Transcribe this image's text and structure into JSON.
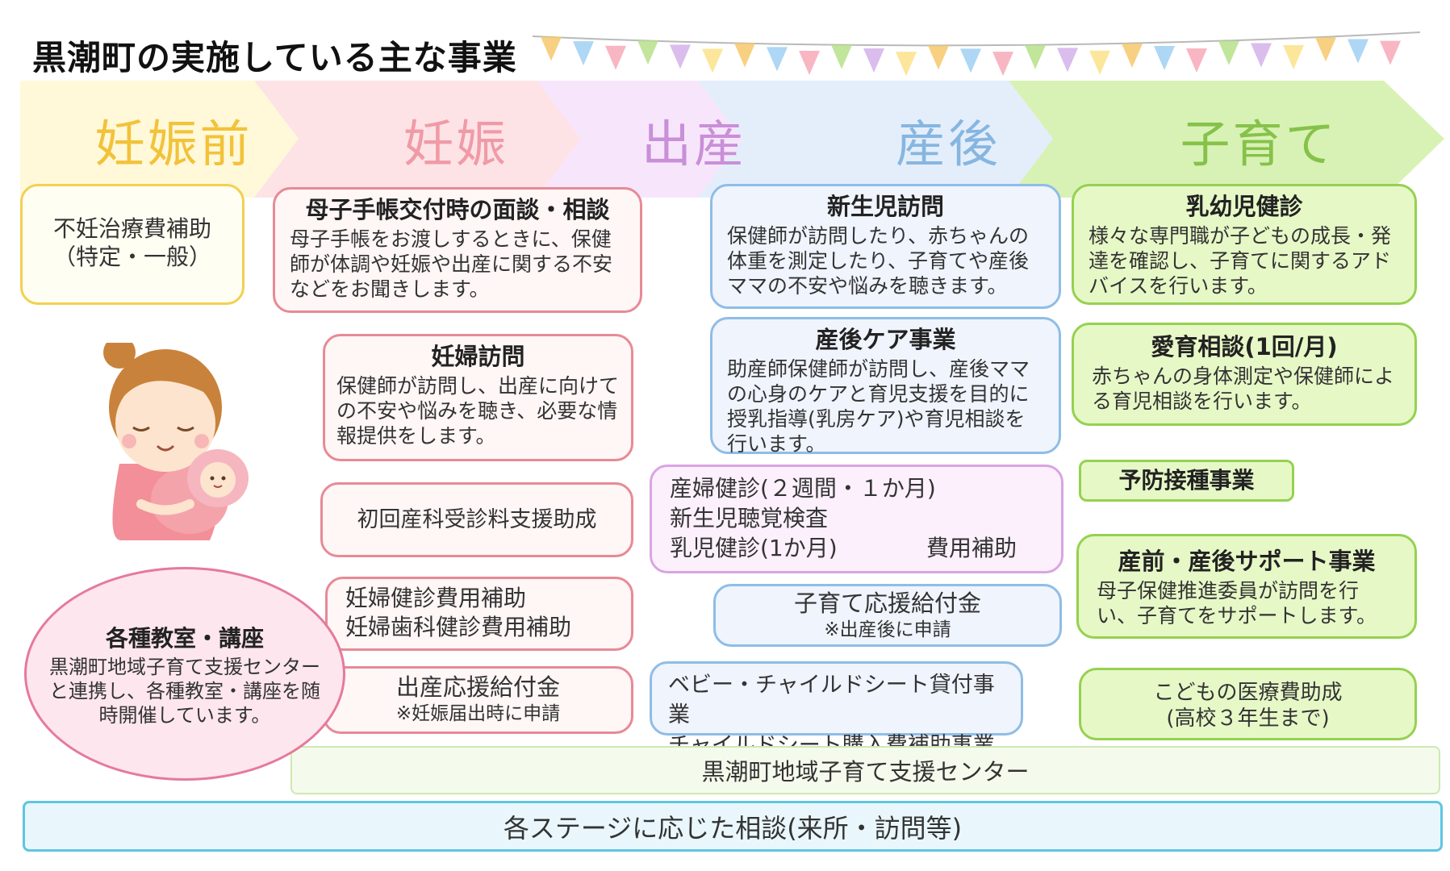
{
  "title": "黒潮町の実施している主な事業",
  "stages": [
    {
      "label": "妊娠前",
      "color": "#f2c23a",
      "bg": "#fff9d9"
    },
    {
      "label": "妊娠",
      "color": "#f09aa8",
      "bg": "#fde3e5"
    },
    {
      "label": "出産",
      "color": "#c98fd8",
      "bg": "#f7e6fb"
    },
    {
      "label": "産後",
      "color": "#86b6e0",
      "bg": "#e4eefb"
    },
    {
      "label": "子育て",
      "color": "#86c24a",
      "bg": "#d8f2b5"
    }
  ],
  "cards": {
    "funin": {
      "line1": "不妊治療費補助",
      "line2": "（特定・一般）"
    },
    "boshi": {
      "title": "母子手帳交付時の面談・相談",
      "body": "母子手帳をお渡しするときに、保健師が体調や妊娠や出産に関する不安などをお聞きします。"
    },
    "ninpu_houmon": {
      "title": "妊婦訪問",
      "body": "保健師が訪問し、出産に向けての不安や悩みを聴き、必要な情報提供をします。"
    },
    "shokai": {
      "text": "初回産科受診料支援助成"
    },
    "ninpu_kenshin": {
      "line1": "妊婦健診費用補助",
      "line2": "妊婦歯科健診費用補助"
    },
    "shussan_kyufu": {
      "line1": "出産応援給付金",
      "line2": "※妊娠届出時に申請"
    },
    "kyoshitsu": {
      "title": "各種教室・講座",
      "body": "黒潮町地域子育て支援センターと連携し、各種教室・講座を随時開催しています。"
    },
    "shinseiji": {
      "title": "新生児訪問",
      "body": "保健師が訪問したり、赤ちゃんの体重を測定したり、子育てや産後ママの不安や悩みを聴きます。"
    },
    "sango_care": {
      "title": "産後ケア事業",
      "body": "助産師保健師が訪問し、産後ママの心身のケアと育児支援を目的に授乳指導(乳房ケア)や育児相談を行います。"
    },
    "sanpu": {
      "line1": "産婦健診(２週間・１か月)",
      "line2": "新生児聴覚検査",
      "line3": "乳児健診(1か月)",
      "suffix": "費用補助"
    },
    "kosodate_kyufu": {
      "line1": "子育て応援給付金",
      "line2": "※出産後に申請"
    },
    "baby_seat": {
      "line1": "ベビー・チャイルドシート貸付事業",
      "line2": "チャイルドシート購入費補助事業"
    },
    "nyuyouji": {
      "title": "乳幼児健診",
      "body": "様々な専門職が子どもの成長・発達を確認し、子育てに関するアドバイスを行います。"
    },
    "aiiku": {
      "title": "愛育相談(1回/月)",
      "body": "赤ちゃんの身体測定や保健師による育児相談を行います。"
    },
    "yobou": {
      "text": "予防接種事業"
    },
    "sanzen_support": {
      "title": "産前・産後サポート事業",
      "body": "母子保健推進委員が訪問を行い、子育てをサポートします。"
    },
    "iryouhi": {
      "line1": "こどもの医療費助成",
      "line2": "(高校３年生まで)"
    }
  },
  "bars": {
    "center": "黒潮町地域子育て支援センター",
    "soudan": "各ステージに応じた相談(来所・訪問等)"
  }
}
